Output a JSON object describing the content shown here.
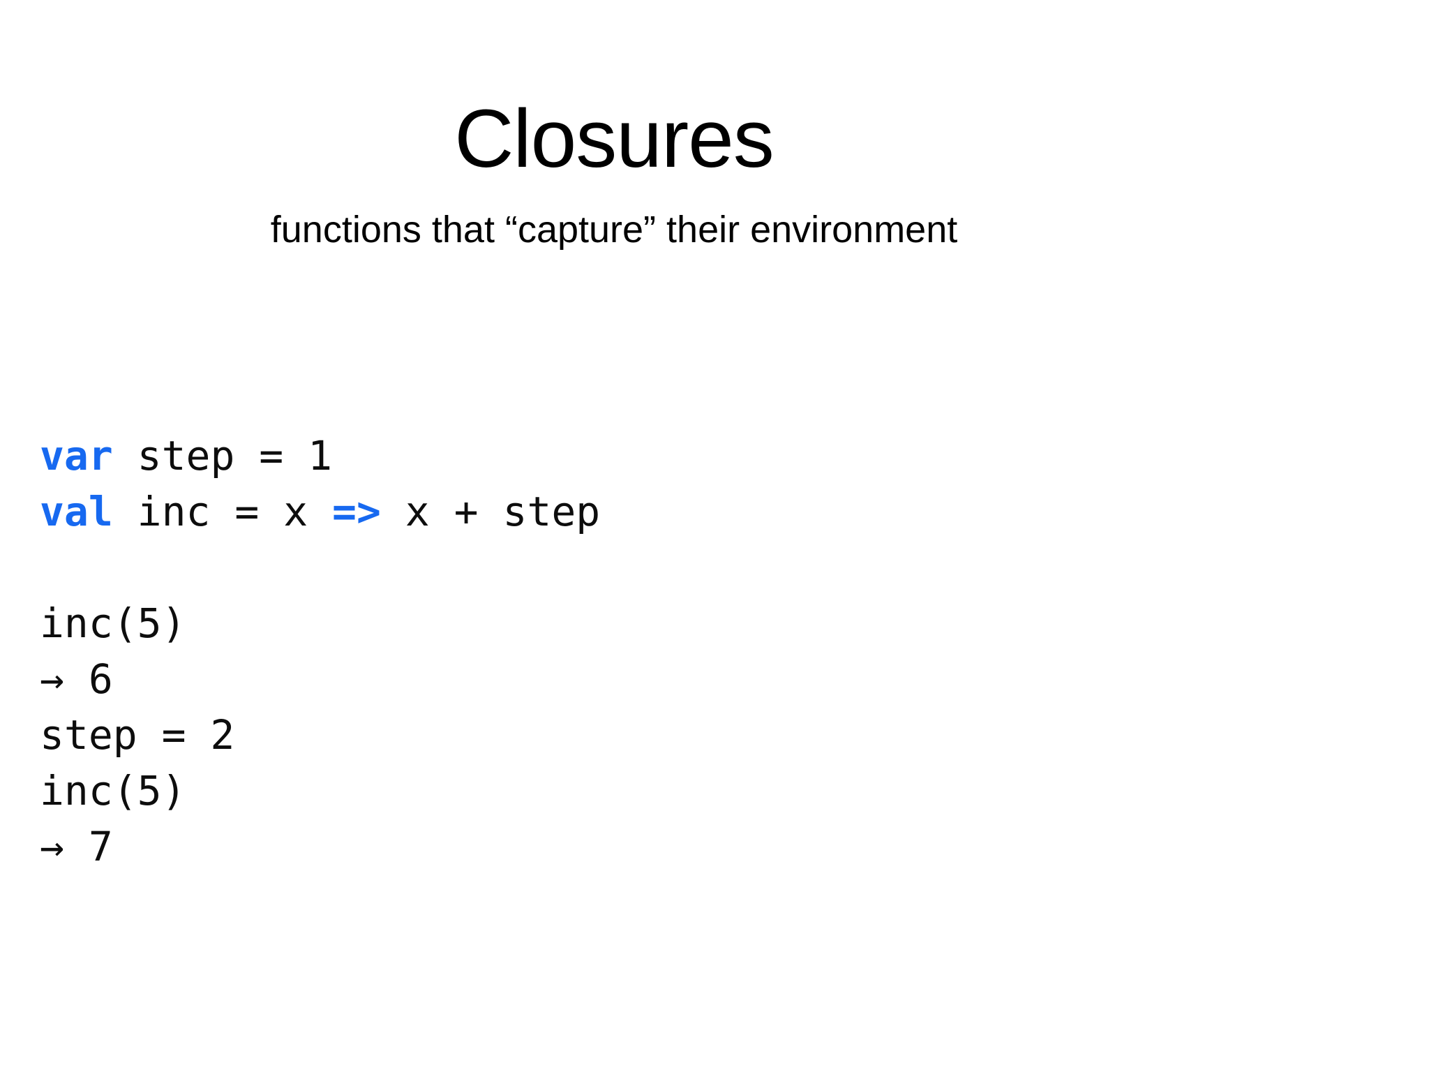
{
  "slide": {
    "title": "Closures",
    "subtitle": "functions that “capture” their environment",
    "background_color": "#ffffff",
    "text_color": "#000000",
    "accent_color": "#1769f0"
  },
  "code": {
    "language": "scala",
    "lines": [
      {
        "id": "line-1",
        "text": "var step = 1",
        "tokens": [
          {
            "text": "var",
            "kind": "keyword"
          },
          {
            "text": " step = 1",
            "kind": "plain"
          }
        ]
      },
      {
        "id": "line-2",
        "text": "val inc = x => x + step",
        "tokens": [
          {
            "text": "val",
            "kind": "keyword"
          },
          {
            "text": " inc = x ",
            "kind": "plain"
          },
          {
            "text": "=>",
            "kind": "arrow"
          },
          {
            "text": " x + step",
            "kind": "plain"
          }
        ]
      },
      {
        "id": "line-3",
        "text": "",
        "tokens": []
      },
      {
        "id": "line-4",
        "text": "inc(5)",
        "tokens": [
          {
            "text": "inc(5)",
            "kind": "plain"
          }
        ]
      },
      {
        "id": "line-5",
        "text": "→ 6",
        "tokens": [
          {
            "text": "→ 6",
            "kind": "result"
          }
        ]
      },
      {
        "id": "line-6",
        "text": "step = 2",
        "tokens": [
          {
            "text": "step = 2",
            "kind": "plain"
          }
        ]
      },
      {
        "id": "line-7",
        "text": "inc(5)",
        "tokens": [
          {
            "text": "inc(5)",
            "kind": "plain"
          }
        ]
      },
      {
        "id": "line-8",
        "text": "→ 7",
        "tokens": [
          {
            "text": "→ 7",
            "kind": "result"
          }
        ]
      }
    ]
  }
}
